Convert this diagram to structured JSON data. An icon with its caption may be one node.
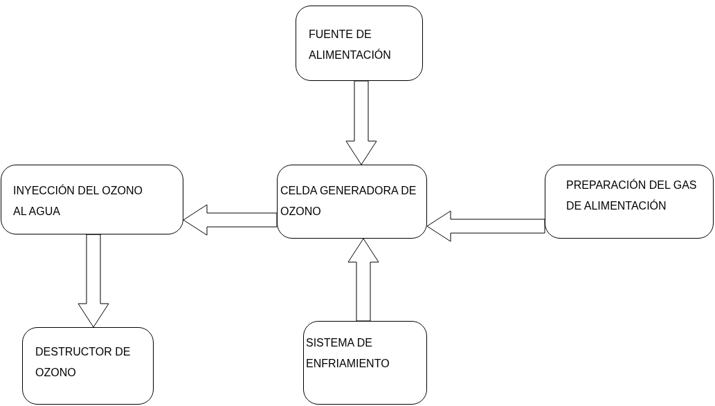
{
  "diagram": {
    "nodes": [
      {
        "text": [
          "FUENTE DE ALIMENTACIÓN"
        ]
      },
      {
        "text": [
          "INYECCIÓN DEL OZONO AL AGUA"
        ]
      },
      {
        "text": [
          "CELDA GENERADORA DE OZONO"
        ]
      },
      {
        "text": [
          "PREPARACIÓN DEL GAS DE ALIMENTACIÓN"
        ]
      },
      {
        "text": [
          "DESTRUCTOR DE OZONO"
        ]
      },
      {
        "text": [
          "SISTEMA DE ENFRIAMIENTO"
        ]
      }
    ],
    "edges": [
      {
        "from": 0,
        "to": 2,
        "arrow": "to"
      },
      {
        "from": 2,
        "to": 1,
        "arrow": "to"
      },
      {
        "from": 3,
        "to": 2,
        "arrow": "to"
      },
      {
        "from": 1,
        "to": 4,
        "arrow": "to"
      },
      {
        "from": 5,
        "to": 2,
        "arrow": "to"
      }
    ]
  }
}
